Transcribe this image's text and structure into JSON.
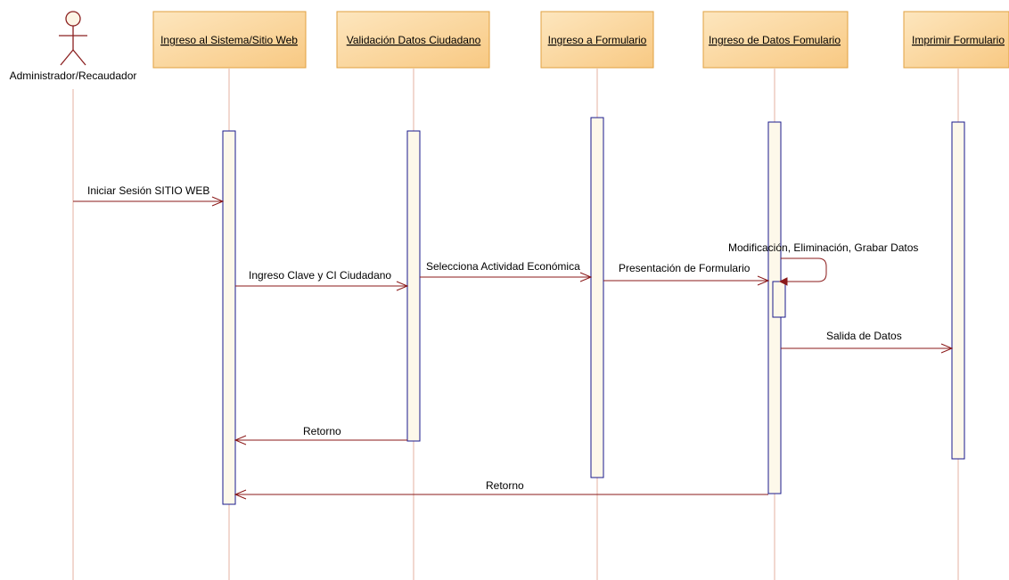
{
  "actor": {
    "name": "Administrador/Recaudador",
    "icon": "stick-figure-icon"
  },
  "lifelines": [
    {
      "id": "l1",
      "label": "Ingreso al Sistema/Sitio Web"
    },
    {
      "id": "l2",
      "label": "Validación Datos Ciudadano"
    },
    {
      "id": "l3",
      "label": "Ingreso a Formulario"
    },
    {
      "id": "l4",
      "label": "Ingreso de Datos Fomulario"
    },
    {
      "id": "l5",
      "label": "Imprimir Formulario"
    }
  ],
  "messages": [
    {
      "id": "m1",
      "label": "Iniciar Sesión SITIO WEB",
      "from": "actor",
      "to": "l1",
      "kind": "call"
    },
    {
      "id": "m2",
      "label": "Ingreso Clave y CI Ciudadano",
      "from": "l1",
      "to": "l2",
      "kind": "call"
    },
    {
      "id": "m3",
      "label": "Selecciona Actividad Económica",
      "from": "l2",
      "to": "l3",
      "kind": "call"
    },
    {
      "id": "m4",
      "label": "Presentación de Formulario",
      "from": "l3",
      "to": "l4",
      "kind": "call"
    },
    {
      "id": "m5",
      "label": "Modificación, Eliminación, Grabar Datos",
      "from": "l4",
      "to": "l4",
      "kind": "self"
    },
    {
      "id": "m6",
      "label": "Salida de Datos",
      "from": "l4",
      "to": "l5",
      "kind": "call"
    },
    {
      "id": "m7",
      "label": "Retorno",
      "from": "l2",
      "to": "l1",
      "kind": "return"
    },
    {
      "id": "m8",
      "label": "Retorno",
      "from": "l4",
      "to": "l1",
      "kind": "return"
    }
  ],
  "colors": {
    "header_fill": "#fbd9a3",
    "header_border": "#e0a040",
    "lifeline": "#e4b0a0",
    "activation_fill": "#fdf8ea",
    "activation_border": "#1a1a8c",
    "message": "#8b1a1a",
    "actor_stroke": "#8b2020"
  }
}
